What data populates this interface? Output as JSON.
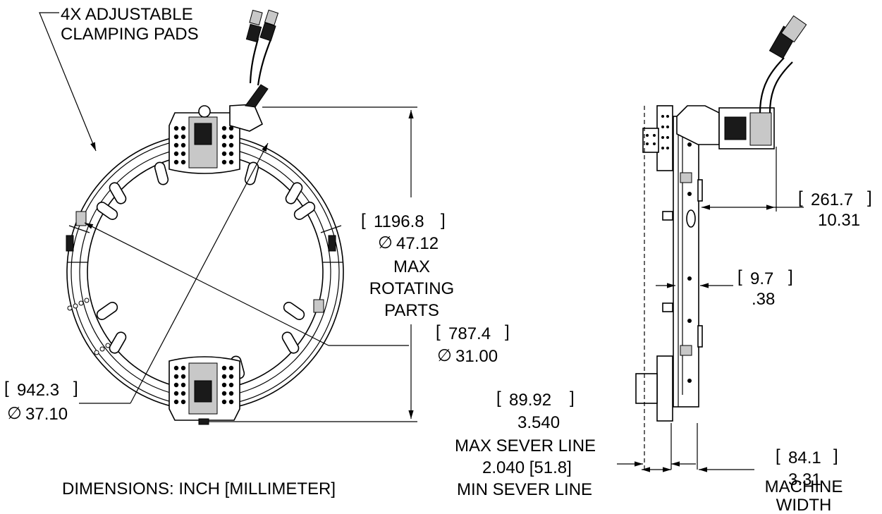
{
  "callouts": {
    "clamping_pads": [
      "4X ADJUSTABLE",
      "CLAMPING PADS"
    ]
  },
  "dimensions": {
    "max_rotating": {
      "mm": "1196.8",
      "inch": "47.12",
      "label": [
        "MAX",
        "ROTATING",
        "PARTS"
      ]
    },
    "inner_diameter": {
      "mm": "787.4",
      "inch": "31.00"
    },
    "outer_diameter": {
      "mm": "942.3",
      "inch": "37.10"
    },
    "motor_offset": {
      "mm": "261.7",
      "inch": "10.31"
    },
    "plate_gap": {
      "mm": "9.7",
      "inch": ".38"
    },
    "max_sever": {
      "mm": "89.92",
      "inch": "3.540",
      "label": "MAX SEVER LINE"
    },
    "min_sever": {
      "value": "2.040 [51.8]",
      "label": "MIN SEVER LINE"
    },
    "machine_width": {
      "mm": "84.1",
      "inch": "3.31",
      "label": [
        "MACHINE",
        "WIDTH"
      ]
    }
  },
  "note": "DIMENSIONS: INCH [MILLIMETER]",
  "symbols": {
    "diameter": "∅"
  }
}
